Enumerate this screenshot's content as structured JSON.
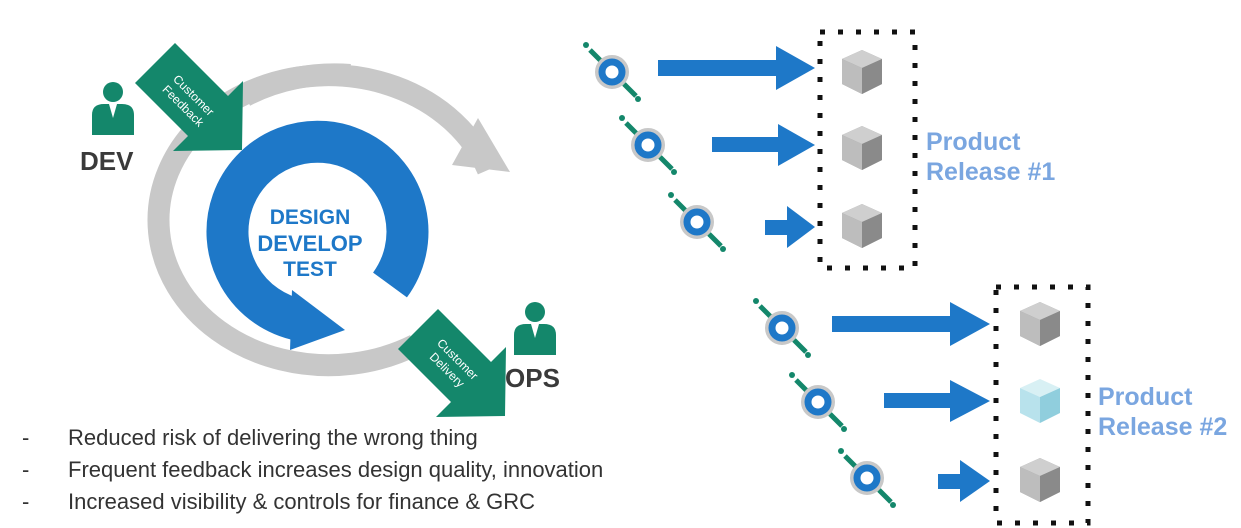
{
  "roles": {
    "dev": "DEV",
    "ops": "OPS"
  },
  "cycle": {
    "line1": "DESIGN",
    "line2": "DEVELOP",
    "line3": "TEST"
  },
  "banners": {
    "feedback": {
      "line1": "Customer",
      "line2": "Feedback"
    },
    "delivery": {
      "line1": "Customer",
      "line2": "Delivery"
    }
  },
  "releases": [
    {
      "line1": "Product",
      "line2": "Release #1"
    },
    {
      "line1": "Product",
      "line2": "Release #2"
    }
  ],
  "bullets": [
    {
      "dash": "-",
      "text": "Reduced risk of delivering the wrong thing"
    },
    {
      "dash": "-",
      "text": "Frequent feedback increases design quality, innovation"
    },
    {
      "dash": "-",
      "text": "Increased visibility & controls for finance & GRC"
    }
  ],
  "colors": {
    "blue": "#1e78c8",
    "green": "#14876b",
    "gray": "#c8c8c8",
    "release_label": "#7aa6e0"
  }
}
